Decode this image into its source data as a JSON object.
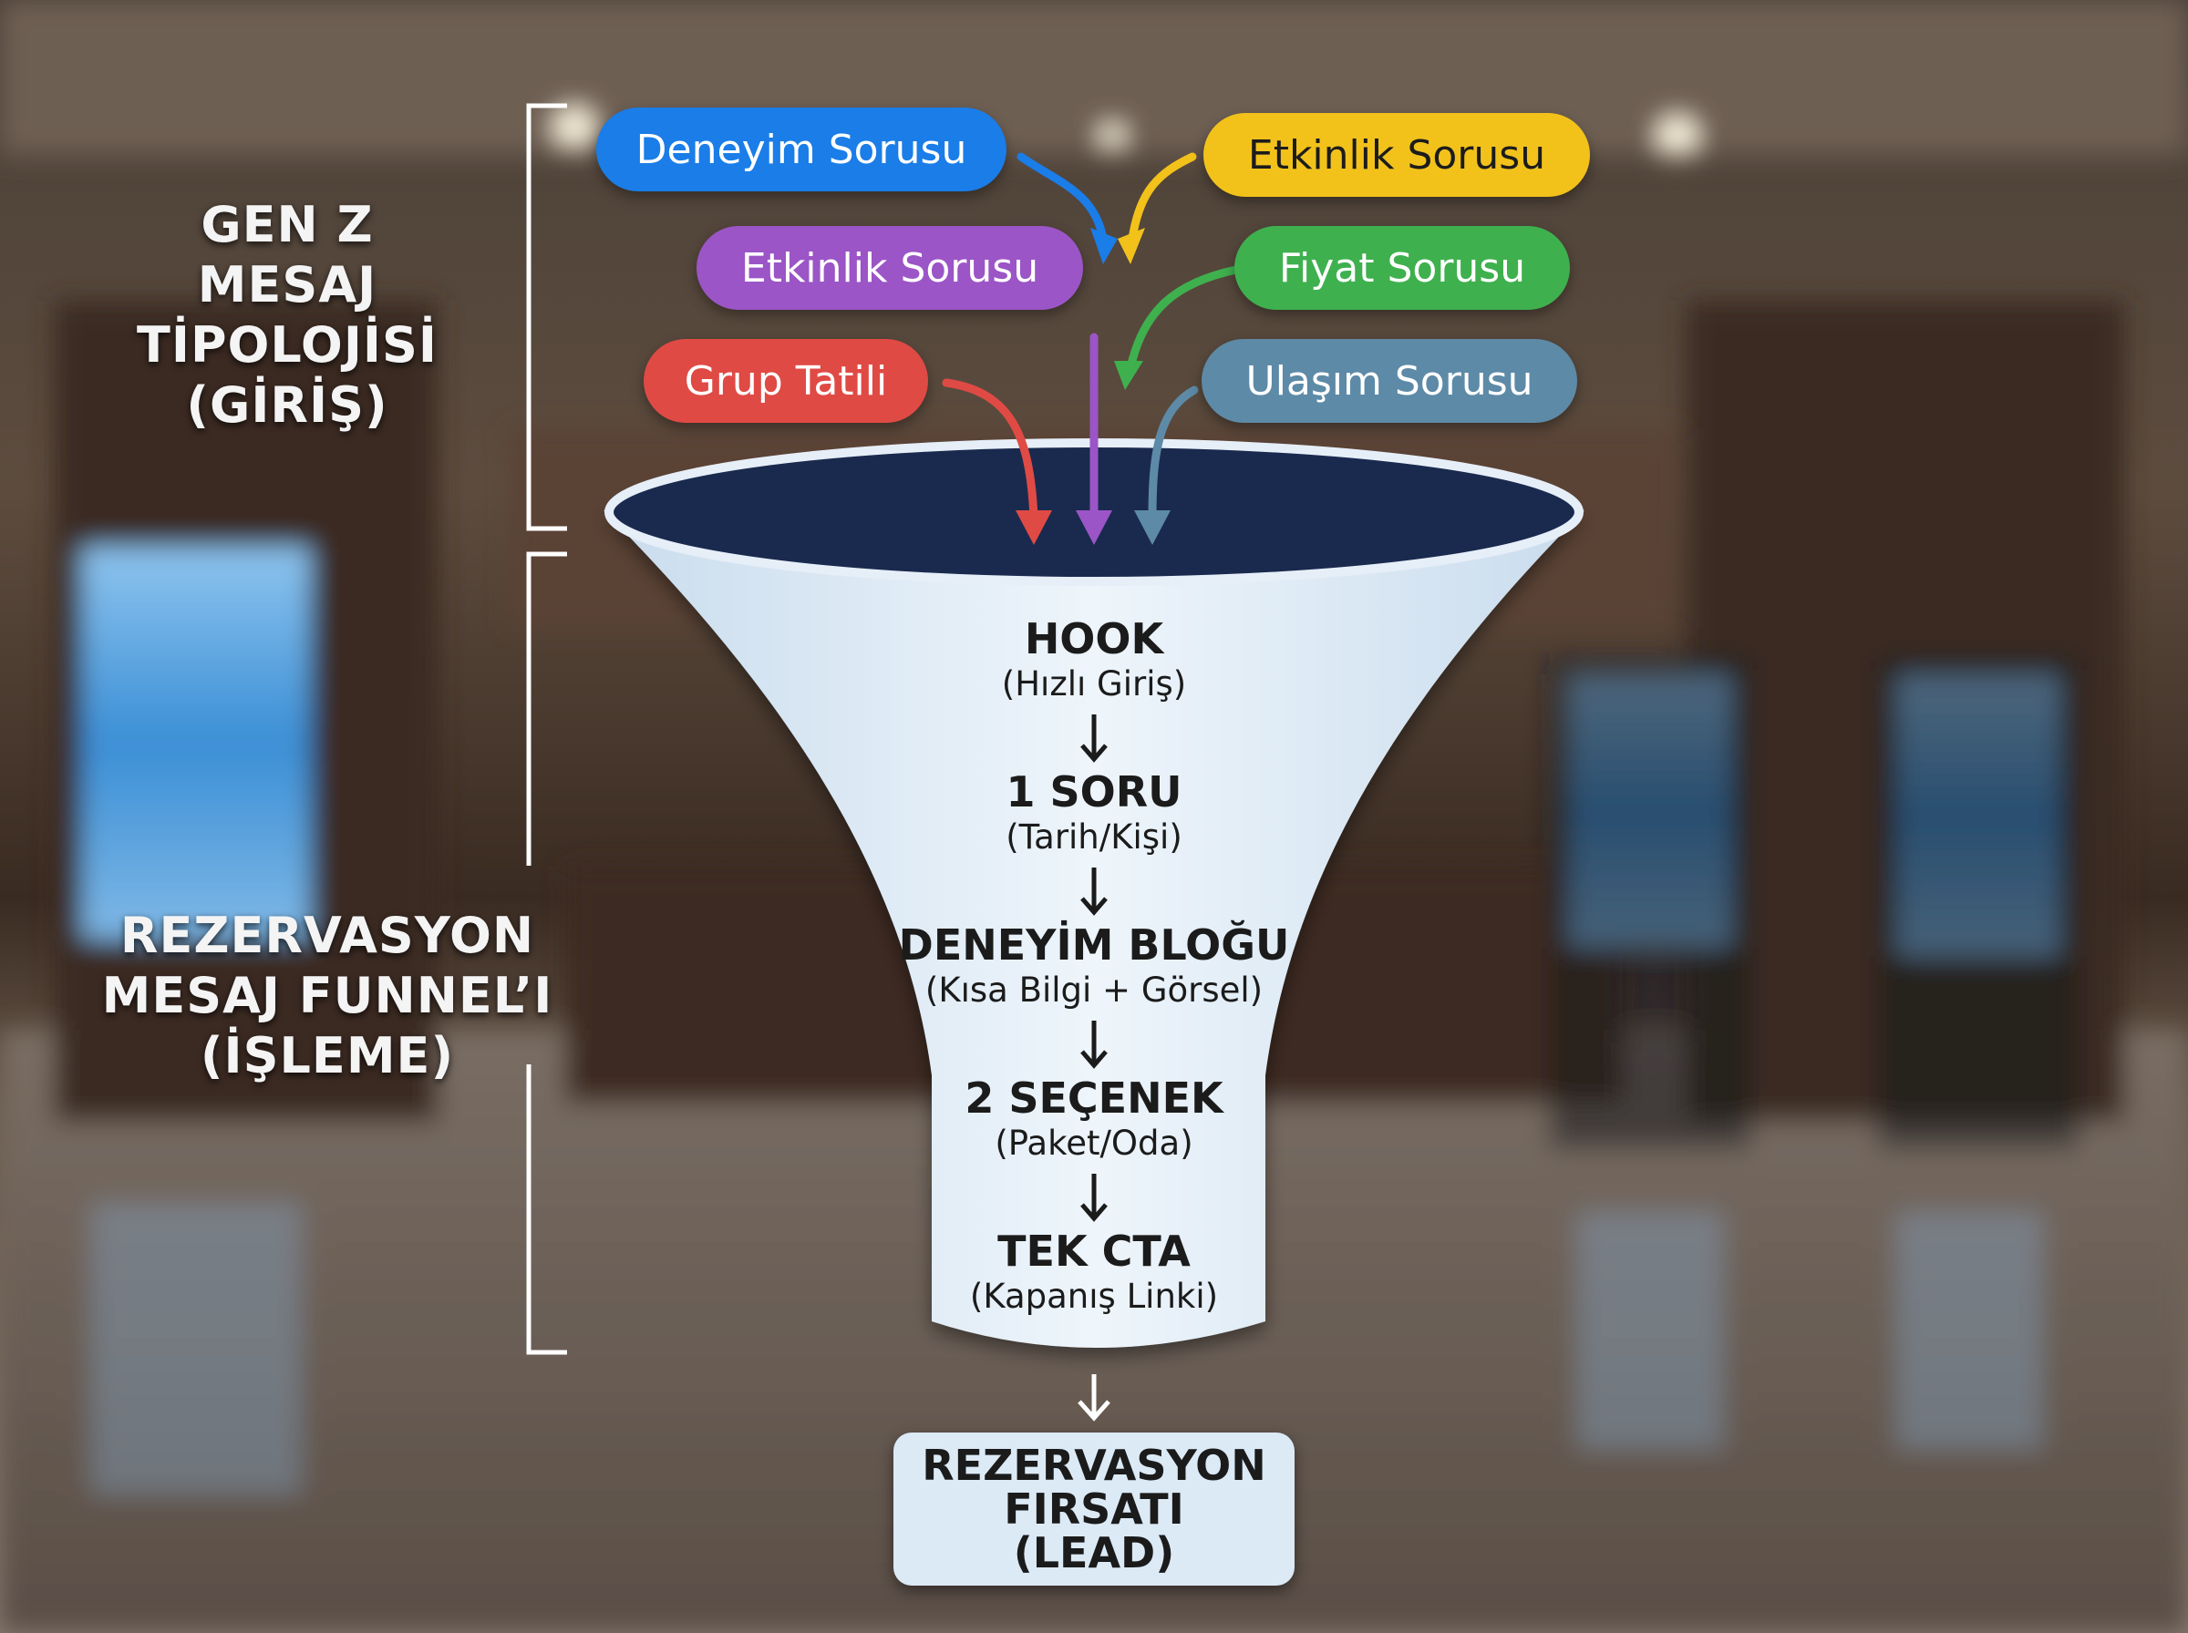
{
  "colors": {
    "blue": "#1a7de8",
    "yellow": "#f2c21b",
    "purple": "#9b55c6",
    "green": "#3fb04e",
    "red": "#e04a44",
    "slate": "#5d8aa7",
    "funnel_top": "#1a2a4e",
    "funnel_body": "#e2edf7",
    "lead_box": "#dceaf6"
  },
  "bubbles": [
    {
      "label": "Deneyim Sorusu",
      "color": "blue"
    },
    {
      "label": "Etkinlik Sorusu",
      "color": "yellow"
    },
    {
      "label": "Etkinlik Sorusu",
      "color": "purple"
    },
    {
      "label": "Fiyat Sorusu",
      "color": "green"
    },
    {
      "label": "Grup Tatili",
      "color": "red"
    },
    {
      "label": "Ulaşım Sorusu",
      "color": "slate"
    }
  ],
  "left_labels": {
    "typology": [
      "GEN Z",
      "MESAJ",
      "TİPOLOJİSİ",
      "(GİRİŞ)"
    ],
    "funnel": [
      "REZERVASYON",
      "MESAJ FUNNEL’I",
      "(İŞLEME)"
    ]
  },
  "funnel_steps": [
    {
      "title": "HOOK",
      "subtitle": "(Hızlı Giriş)"
    },
    {
      "title": "1 SORU",
      "subtitle": "(Tarih/Kişi)"
    },
    {
      "title": "DENEYİM BLOĞU",
      "subtitle": "(Kısa Bilgi + Görsel)"
    },
    {
      "title": "2 SEÇENEK",
      "subtitle": "(Paket/Oda)"
    },
    {
      "title": "TEK CTA",
      "subtitle": "(Kapanış Linki)"
    }
  ],
  "result": {
    "lines": [
      "REZERVASYON",
      "FIRSATI",
      "(LEAD)"
    ]
  },
  "icons": {
    "step_arrow": "arrow-down-icon",
    "bracket": "bracket-icon"
  }
}
